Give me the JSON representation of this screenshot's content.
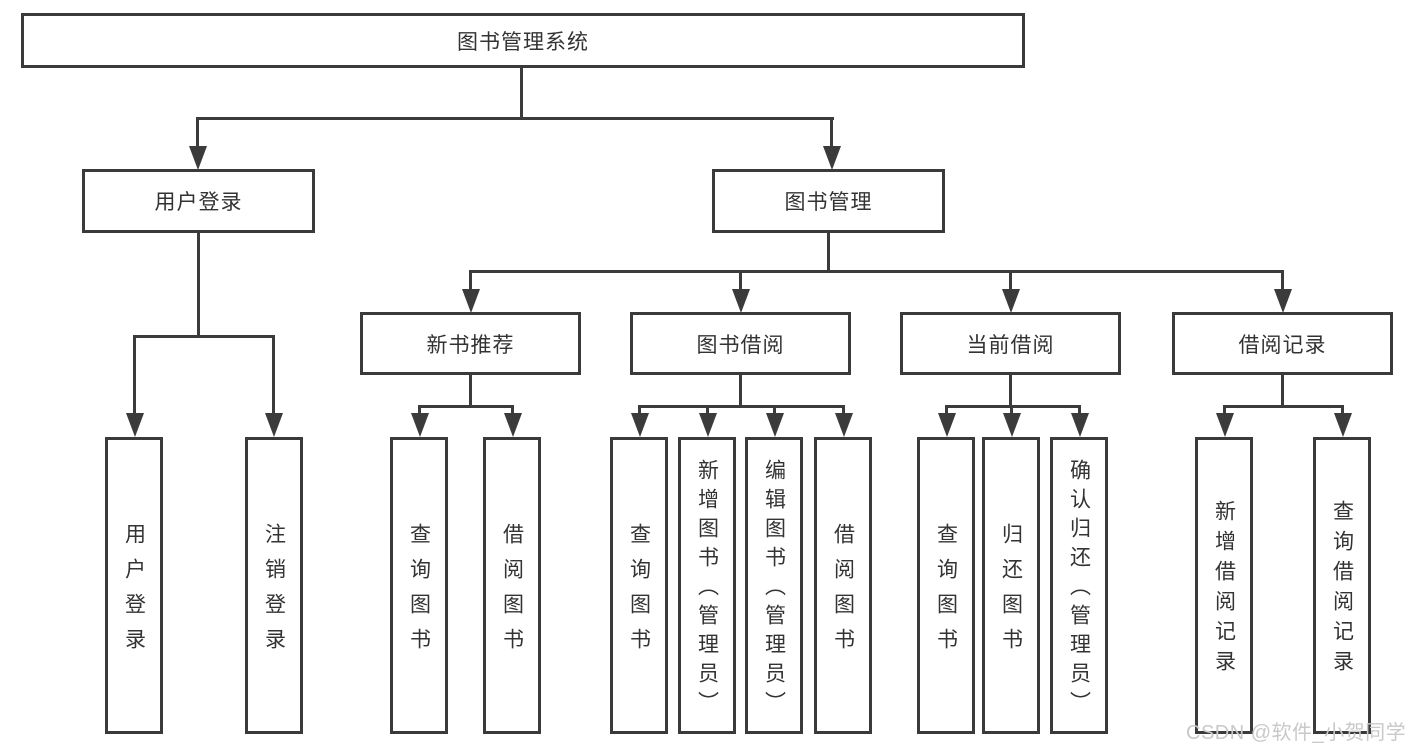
{
  "title": "图书管理系统",
  "tree": {
    "root": "图书管理系统",
    "branches": [
      {
        "label": "用户登录",
        "children": [
          {
            "label": "用户登录"
          },
          {
            "label": "注销登录"
          }
        ]
      },
      {
        "label": "图书管理",
        "children": [
          {
            "label": "新书推荐",
            "children": [
              {
                "label": "查询图书"
              },
              {
                "label": "借阅图书"
              }
            ]
          },
          {
            "label": "图书借阅",
            "children": [
              {
                "label": "查询图书"
              },
              {
                "label": "新增图书（管理员）"
              },
              {
                "label": "编辑图书（管理员）"
              },
              {
                "label": "借阅图书"
              }
            ]
          },
          {
            "label": "当前借阅",
            "children": [
              {
                "label": "查询图书"
              },
              {
                "label": "归还图书"
              },
              {
                "label": "确认归还（管理员）"
              }
            ]
          },
          {
            "label": "借阅记录",
            "children": [
              {
                "label": "新增借阅记录"
              },
              {
                "label": "查询借阅记录"
              }
            ]
          }
        ]
      }
    ]
  },
  "watermark": "CSDN @软件_小贺同学",
  "colors": {
    "line": "#3b3b3b",
    "border": "#3a3a3a",
    "text": "#333333",
    "watermark": "#c9c9c9",
    "background": "#ffffff"
  }
}
